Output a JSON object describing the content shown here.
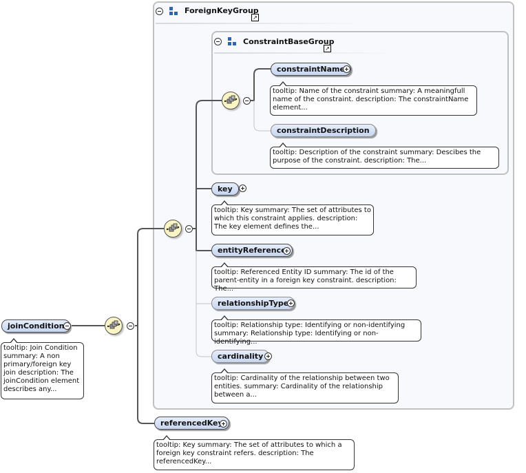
{
  "diagram": {
    "root": {
      "name": "joinCondition",
      "tooltip": "tooltip: Join Condition summary: A non primary/foreign key join description: The joinCondition element describes any...",
      "toggle": "collapse"
    },
    "root_sequence": {
      "icon": "sequence-icon",
      "toggle": "collapse"
    },
    "groups": {
      "foreign_key_group": {
        "title": "ForeignKeyGroup",
        "icon": "group-icon",
        "ref_icon": "external-reference-icon",
        "toggle": "collapse"
      },
      "constraint_base_group": {
        "title": "ConstraintBaseGroup",
        "icon": "group-icon",
        "ref_icon": "external-reference-icon",
        "toggle": "collapse"
      }
    },
    "elements": {
      "constraintName": {
        "name": "constraintName",
        "tooltip": "tooltip: Name of the constraint summary: A meaningfull name of the constraint. description: The constraintName element...",
        "toggle": "expand",
        "optional": false
      },
      "constraintDescription": {
        "name": "constraintDescription",
        "tooltip": "tooltip: Description of the constraint summary: Descibes the purpose of the constraint. description: The...",
        "optional": true
      },
      "key": {
        "name": "key",
        "tooltip": "tooltip: Key summary: The set of attributes to which this constraint applies. description: The key element defines the...",
        "toggle": "expand",
        "optional": false
      },
      "entityReference": {
        "name": "entityReference",
        "tooltip": "tooltip: Referenced Entity ID summary: The id of the parent-entity in a foreign key constraint. description: The...",
        "toggle": "expand",
        "optional": false
      },
      "relationshipType": {
        "name": "relationshipType",
        "tooltip": "tooltip: Relationship type: Identifying or non-identifying summary: Relationship type: Identifying or non-identifying...",
        "toggle": "expand",
        "optional": true
      },
      "cardinality": {
        "name": "cardinality",
        "tooltip": "tooltip: Cardinality of the relationship between two entities. summary: Cardinality of the relationship between a...",
        "toggle": "expand",
        "optional": true
      },
      "referencedKey": {
        "name": "referencedKey",
        "tooltip": "tooltip: Key summary: The set of attributes to which a foreign key constraint refers. description: The referencedKey...",
        "toggle": "expand",
        "optional": false
      }
    },
    "colors": {
      "element_fill_top": "#e7eefb",
      "element_fill_bottom": "#c6d5f0",
      "sequence_fill": "#fbf4c4",
      "group_bg": "#f8f9fd",
      "group_border": "#c0c0c0",
      "group_icon": "#2a65b8",
      "connector": "#555555"
    }
  }
}
